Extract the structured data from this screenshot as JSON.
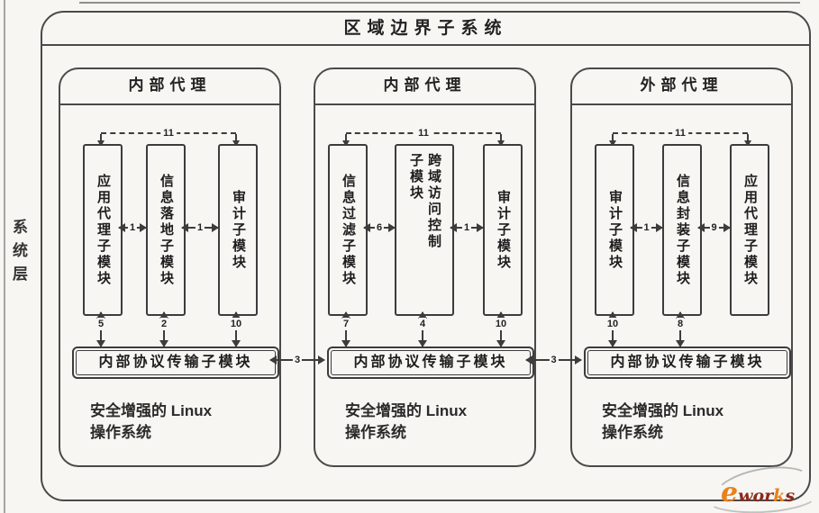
{
  "title": "区域边界子系统",
  "side_label": "系统层",
  "panels": [
    {
      "header": "内部代理",
      "top_link_label": "11",
      "boxes": [
        "应用代理子模块",
        "信息落地子模块",
        "审计子模块"
      ],
      "box_links": [
        "1",
        "1"
      ],
      "down_links": [
        "5",
        "2",
        "10"
      ],
      "protocol_module": "内部协议传输子模块",
      "os_line1": "安全增强的 Linux",
      "os_line2": "操作系统"
    },
    {
      "header": "内部代理",
      "top_link_label": "11",
      "boxes": [
        "信息过滤子模块",
        "跨域访问控制子模块",
        "审计子模块"
      ],
      "box_links": [
        "6",
        "1"
      ],
      "down_links": [
        "7",
        "4",
        "10"
      ],
      "protocol_module": "内部协议传输子模块",
      "os_line1": "安全增强的 Linux",
      "os_line2": "操作系统"
    },
    {
      "header": "外部代理",
      "top_link_label": "11",
      "boxes": [
        "审计子模块",
        "信息封装子模块",
        "应用代理子模块"
      ],
      "box_links": [
        "1",
        "9"
      ],
      "down_links": [
        "10",
        "8"
      ],
      "protocol_module": "内部协议传输子模块",
      "os_line1": "安全增强的 Linux",
      "os_line2": "操作系统"
    }
  ],
  "inter_panel_links": [
    "3",
    "3"
  ],
  "logo": {
    "e": "e",
    "wor": "wor",
    "k": "k",
    "s": "s"
  },
  "colors": {
    "line": "#3c3c3c",
    "background": "#f7f6f3",
    "logo_orange": "#e8821e",
    "logo_maroon": "#8a2a1d",
    "logo_gray": "#b7b7b5"
  }
}
